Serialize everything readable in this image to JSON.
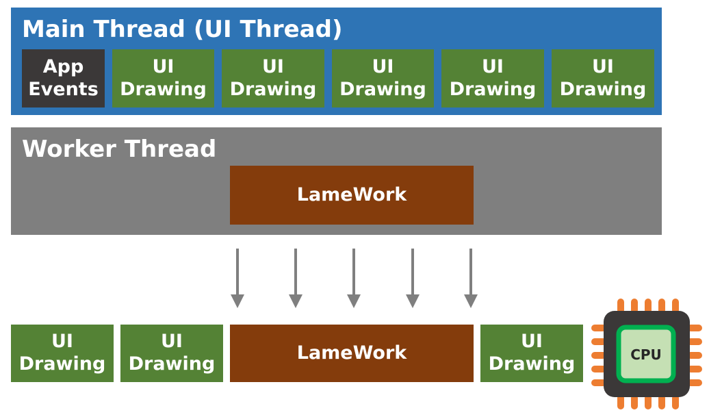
{
  "main_thread": {
    "title": "Main Thread (UI Thread)",
    "blocks": [
      {
        "label": "App\nEvents",
        "kind": "app-events"
      },
      {
        "label": "UI\nDrawing",
        "kind": "ui-drawing"
      },
      {
        "label": "UI\nDrawing",
        "kind": "ui-drawing"
      },
      {
        "label": "UI\nDrawing",
        "kind": "ui-drawing"
      },
      {
        "label": "UI\nDrawing",
        "kind": "ui-drawing"
      },
      {
        "label": "UI\nDrawing",
        "kind": "ui-drawing"
      }
    ]
  },
  "worker_thread": {
    "title": "Worker Thread",
    "block": {
      "label": "LameWork"
    }
  },
  "timeline": {
    "blocks": [
      {
        "label": "UI\nDrawing",
        "kind": "ui-drawing"
      },
      {
        "label": "UI\nDrawing",
        "kind": "ui-drawing"
      },
      {
        "label": "LameWork",
        "kind": "lamework"
      },
      {
        "label": "UI\nDrawing",
        "kind": "ui-drawing"
      }
    ]
  },
  "cpu": {
    "label": "CPU"
  },
  "colors": {
    "main_thread_bg": "#2e74b5",
    "worker_thread_bg": "#7f7f7f",
    "ui_drawing": "#548235",
    "app_events": "#3b3838",
    "lamework": "#843c0c",
    "arrow": "#7f7f7f",
    "cpu_pins": "#ed7d31",
    "cpu_body": "#3b3838",
    "cpu_core_border": "#00b050",
    "cpu_core_fill": "#c5e0b4"
  }
}
